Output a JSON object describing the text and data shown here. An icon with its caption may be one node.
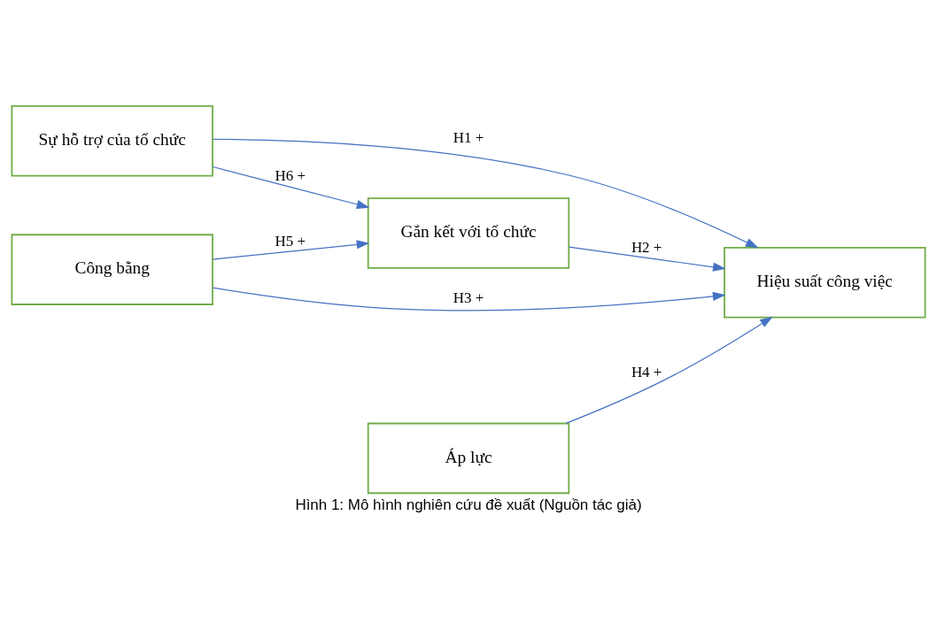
{
  "diagram": {
    "caption": "Hình 1: Mô hình nghiên cứu đề xuất (Nguồn tác giả)",
    "nodes": [
      {
        "text": [
          "Sự hỗ trợ của tổ chức"
        ]
      },
      {
        "text": [
          "Gắn kết với tổ chức"
        ]
      },
      {
        "text": [
          "Công bằng"
        ]
      },
      {
        "text": [
          "Áp lực"
        ]
      },
      {
        "text": [
          "Hiệu suất công việc"
        ]
      }
    ],
    "edges": [
      {
        "from": 0,
        "to": 4,
        "arrow": "to",
        "label": "H1 +"
      },
      {
        "from": 1,
        "to": 4,
        "arrow": "to",
        "label": "H2 +"
      },
      {
        "from": 2,
        "to": 4,
        "arrow": "to",
        "label": "H3 +"
      },
      {
        "from": 3,
        "to": 4,
        "arrow": "to",
        "label": "H4 +"
      },
      {
        "from": 2,
        "to": 1,
        "arrow": "to",
        "label": "H5 +"
      },
      {
        "from": 0,
        "to": 1,
        "arrow": "to",
        "label": "H6 +"
      }
    ]
  }
}
